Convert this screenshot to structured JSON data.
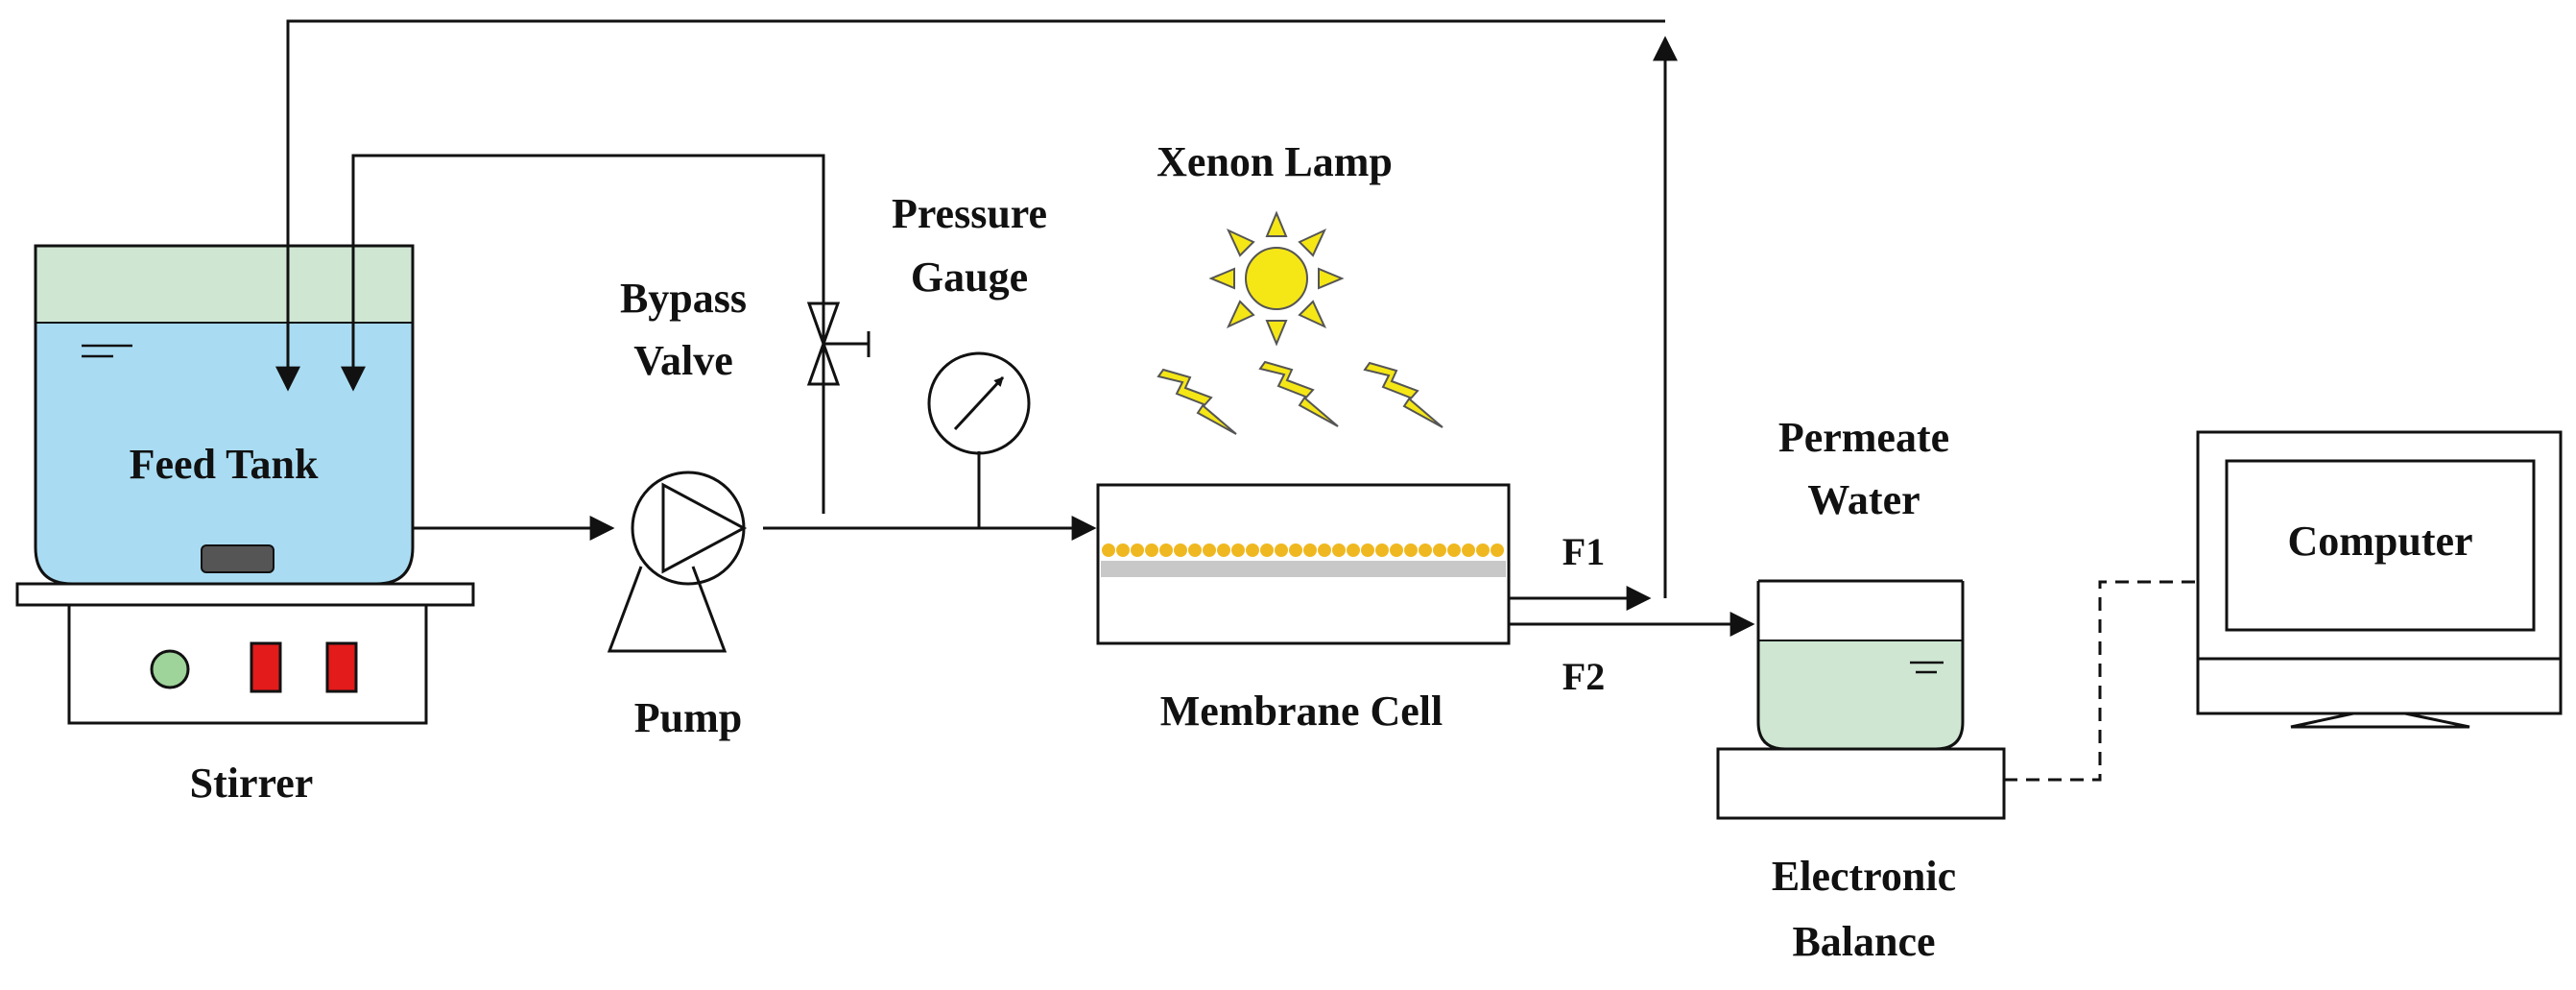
{
  "labels": {
    "feed_tank": "Feed Tank",
    "stirrer": "Stirrer",
    "pump": "Pump",
    "bypass_valve_line1": "Bypass",
    "bypass_valve_line2": "Valve",
    "pressure_gauge_line1": "Pressure",
    "pressure_gauge_line2": "Gauge",
    "xenon_lamp": "Xenon Lamp",
    "membrane_cell": "Membrane Cell",
    "f1": "F1",
    "f2": "F2",
    "permeate_water_line1": "Permeate",
    "permeate_water_line2": "Water",
    "electronic_balance_line1": "Electronic",
    "electronic_balance_line2": "Balance",
    "computer": "Computer"
  },
  "colors": {
    "feed_liquid": "#a9dcf3",
    "feed_headspace": "#cfe6d2",
    "permeate_liquid": "#cfe6d2",
    "membrane_particles": "#f0b820",
    "membrane_support": "#c8c8c8",
    "sun_fill": "#f5e616",
    "lightning_fill": "#f5e616",
    "stirrer_button": "#9ed39a",
    "stirrer_switch": "#e31b1b",
    "stir_bar": "#555555"
  },
  "icons": [
    "sun-icon",
    "lightning-icon",
    "pump-icon",
    "valve-icon",
    "gauge-icon",
    "monitor-icon"
  ]
}
